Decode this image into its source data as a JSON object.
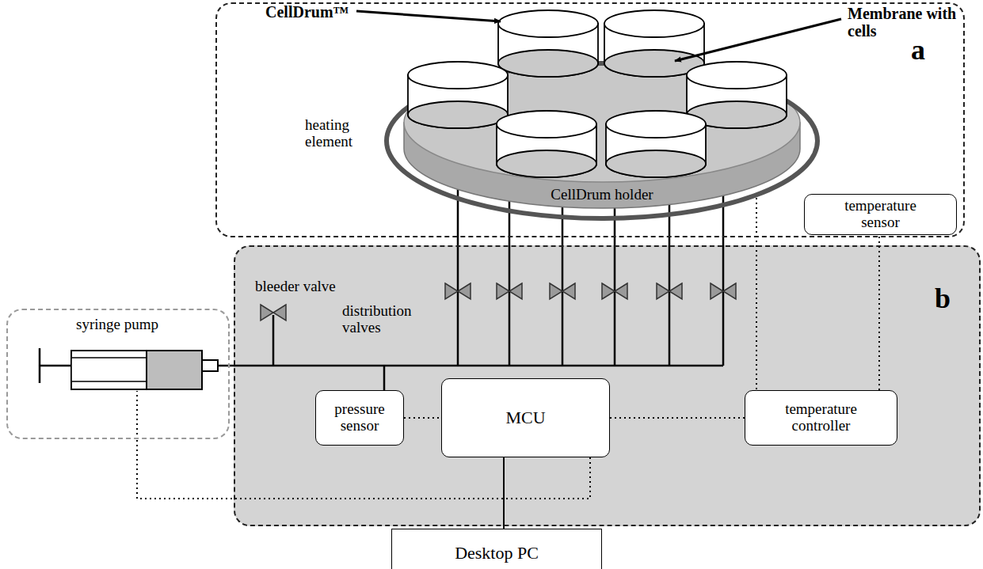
{
  "diagram": {
    "nodes": [
      {
        "text": [
          "a"
        ]
      },
      {
        "text": [
          "temperature sensor"
        ],
        "in": 0
      },
      {
        "text": [
          "syringe pump"
        ]
      },
      {
        "text": [
          "b"
        ]
      },
      {
        "text": [
          "pressure sensor"
        ],
        "in": 3
      },
      {
        "text": [
          "MCU"
        ],
        "in": 3
      },
      {
        "text": [
          "temperature controller"
        ],
        "in": 3
      },
      {
        "text": [
          "Desktop PC"
        ]
      }
    ],
    "edges": [
      {
        "from": 4,
        "to": 5,
        "arrow": "none"
      },
      {
        "from": 5,
        "to": 6,
        "arrow": "none"
      },
      {
        "from": 6,
        "to": 1,
        "arrow": "none"
      },
      {
        "from": 5,
        "to": 2,
        "arrow": "none"
      },
      {
        "from": 5,
        "to": 7,
        "arrow": "none"
      }
    ],
    "labels": [
      "CellDrum™",
      "Membrane with cells",
      "heating element",
      "CellDrum holder",
      "bleeder valve",
      "distribution valves"
    ]
  }
}
